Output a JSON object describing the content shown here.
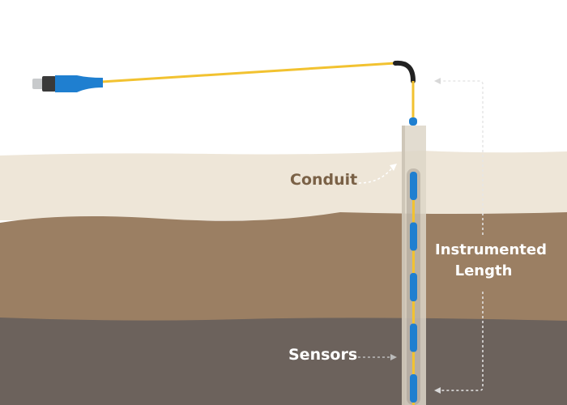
{
  "labels": {
    "conduit": "Conduit",
    "instrumented_length_line1": "Instrumented",
    "instrumented_length_line2": "Length",
    "sensors": "Sensors"
  },
  "colors": {
    "sand": "#eee6d8",
    "soil": "#9b7f63",
    "rock": "#6c625c",
    "cable": "#f2c230",
    "sensor": "#1f7fd0",
    "conduit": "#ddd6c8",
    "conduit_label": "#7a6146"
  },
  "sensor_count": 5
}
